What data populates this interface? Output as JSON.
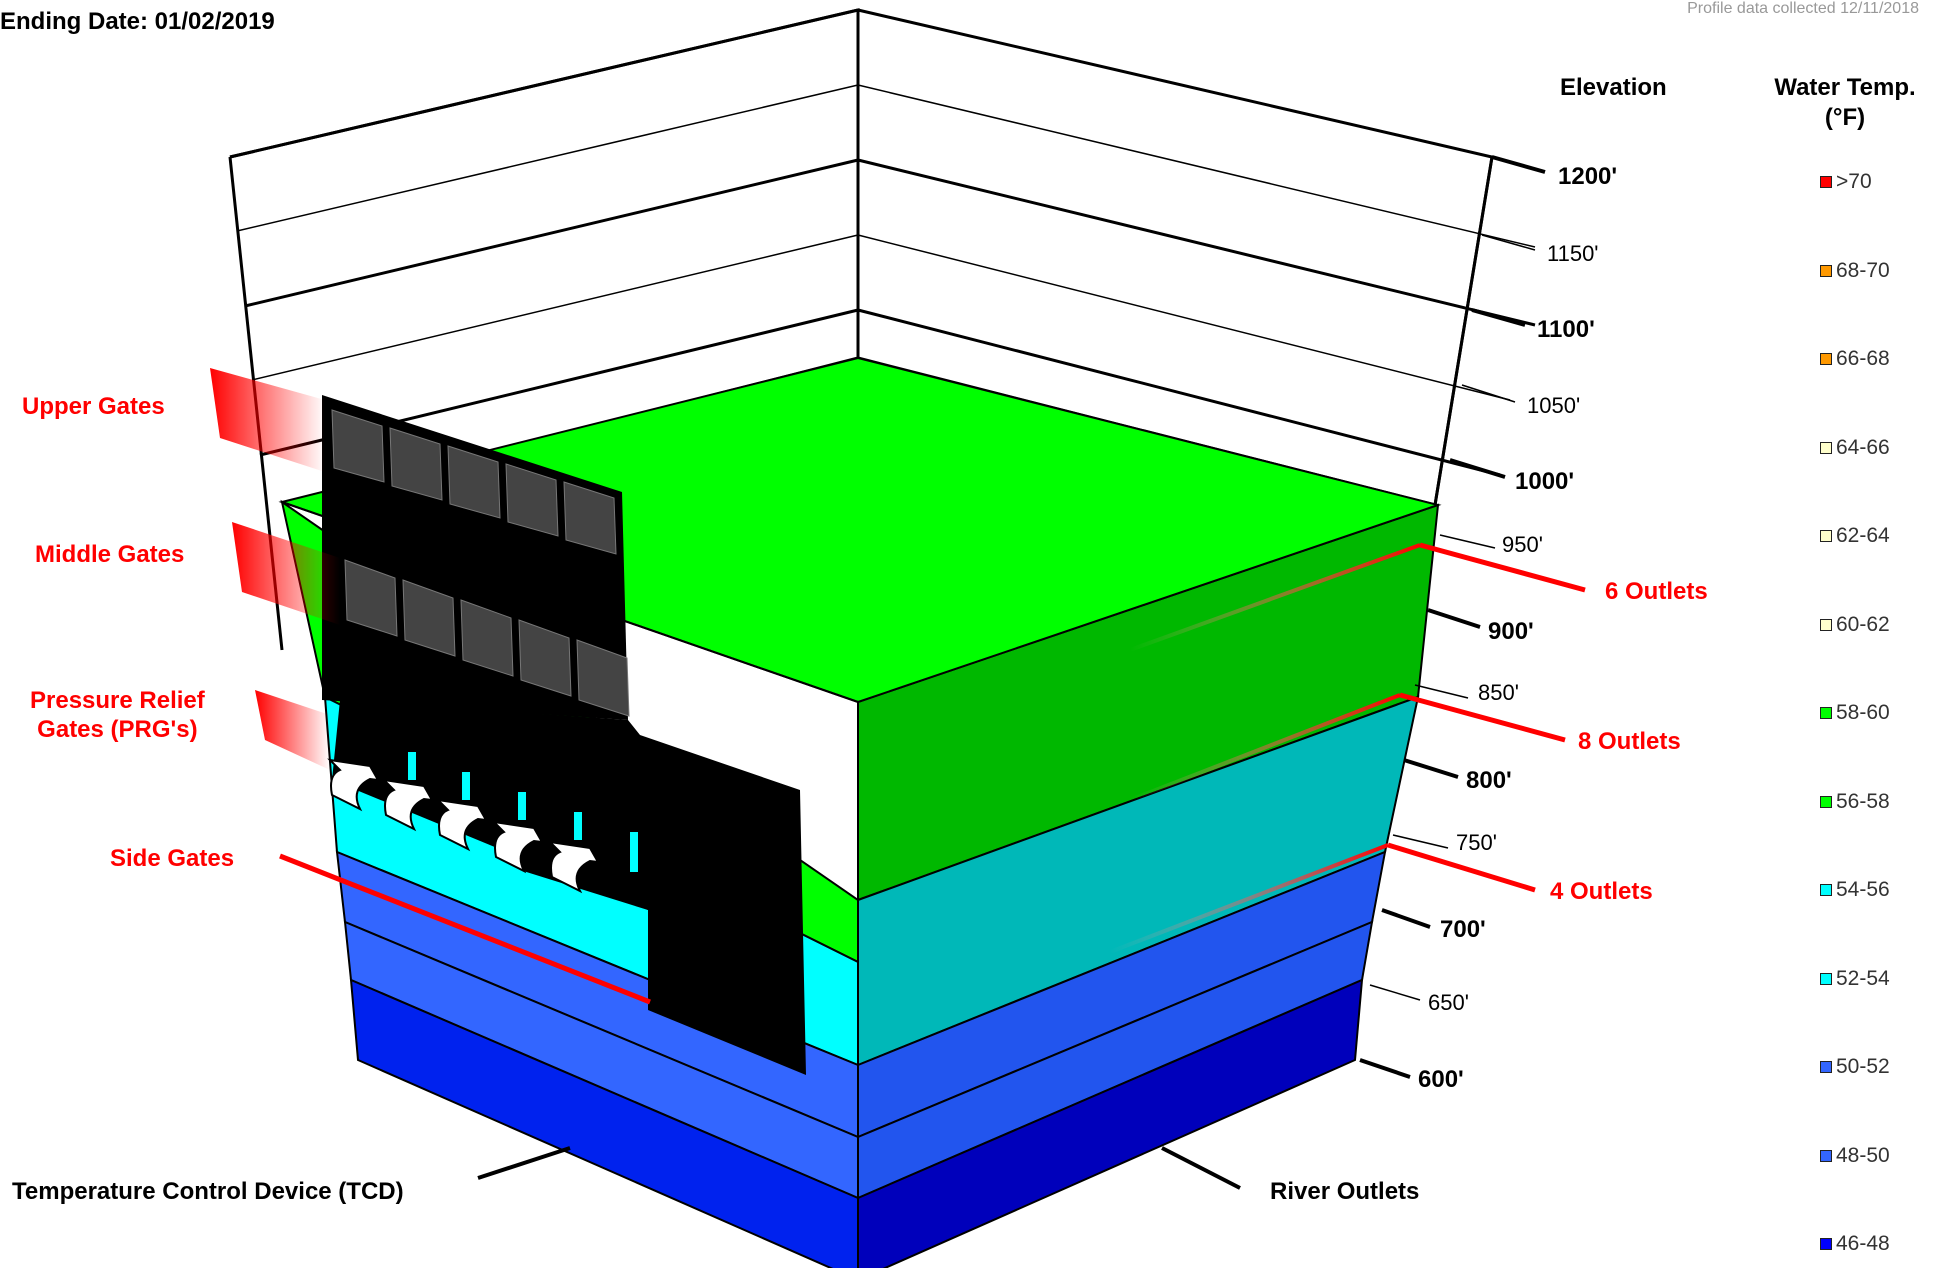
{
  "header": {
    "ending_date": "Ending Date:  01/02/2019",
    "profile_note": "Profile data collected 12/11/2018"
  },
  "columns": {
    "elevation": "Elevation",
    "water_temp": "Water Temp. (°F)"
  },
  "elevations": [
    {
      "label": "1200'",
      "major": true
    },
    {
      "label": "1150'",
      "major": false
    },
    {
      "label": "1100'",
      "major": true
    },
    {
      "label": "1050'",
      "major": false
    },
    {
      "label": "1000'",
      "major": true
    },
    {
      "label": "950'",
      "major": false
    },
    {
      "label": "900'",
      "major": true
    },
    {
      "label": "850'",
      "major": false
    },
    {
      "label": "800'",
      "major": true
    },
    {
      "label": "750'",
      "major": false
    },
    {
      "label": "700'",
      "major": true
    },
    {
      "label": "650'",
      "major": false
    },
    {
      "label": "600'",
      "major": true
    }
  ],
  "legend": [
    {
      "label": ">70",
      "color": "#ff0000"
    },
    {
      "label": "68-70",
      "color": "#ff9900"
    },
    {
      "label": "66-68",
      "color": "#ff9900"
    },
    {
      "label": "64-66",
      "color": "#ffffcc"
    },
    {
      "label": "62-64",
      "color": "#ffffcc"
    },
    {
      "label": "60-62",
      "color": "#ffffcc"
    },
    {
      "label": "58-60",
      "color": "#00ff00"
    },
    {
      "label": "56-58",
      "color": "#00ff00"
    },
    {
      "label": "54-56",
      "color": "#00ffff"
    },
    {
      "label": "52-54",
      "color": "#00ffff"
    },
    {
      "label": "50-52",
      "color": "#3366ff"
    },
    {
      "label": "48-50",
      "color": "#3366ff"
    },
    {
      "label": "46-48",
      "color": "#0000ff"
    }
  ],
  "gates": {
    "upper": "Upper Gates",
    "middle": "Middle Gates",
    "prg_line1": "Pressure Relief",
    "prg_line2": "Gates  (PRG's)",
    "side": "Side Gates"
  },
  "outlets": {
    "six": "6 Outlets",
    "eight": "8 Outlets",
    "four": "4 Outlets"
  },
  "axes": {
    "tcd": "Temperature Control Device (TCD)",
    "river": "River Outlets"
  },
  "layers": [
    {
      "name": "green",
      "temp_range": "56-60",
      "color": "#00ff00",
      "side_color": "#00b800"
    },
    {
      "name": "cyan",
      "temp_range": "52-56",
      "color": "#00ffff",
      "side_color": "#00b8b8"
    },
    {
      "name": "blue",
      "temp_range": "48-52",
      "color": "#3366ff",
      "side_color": "#2255ee"
    },
    {
      "name": "deep-blue",
      "temp_range": "46-48",
      "color": "#1a33ee",
      "side_color": "#0000bb"
    }
  ]
}
